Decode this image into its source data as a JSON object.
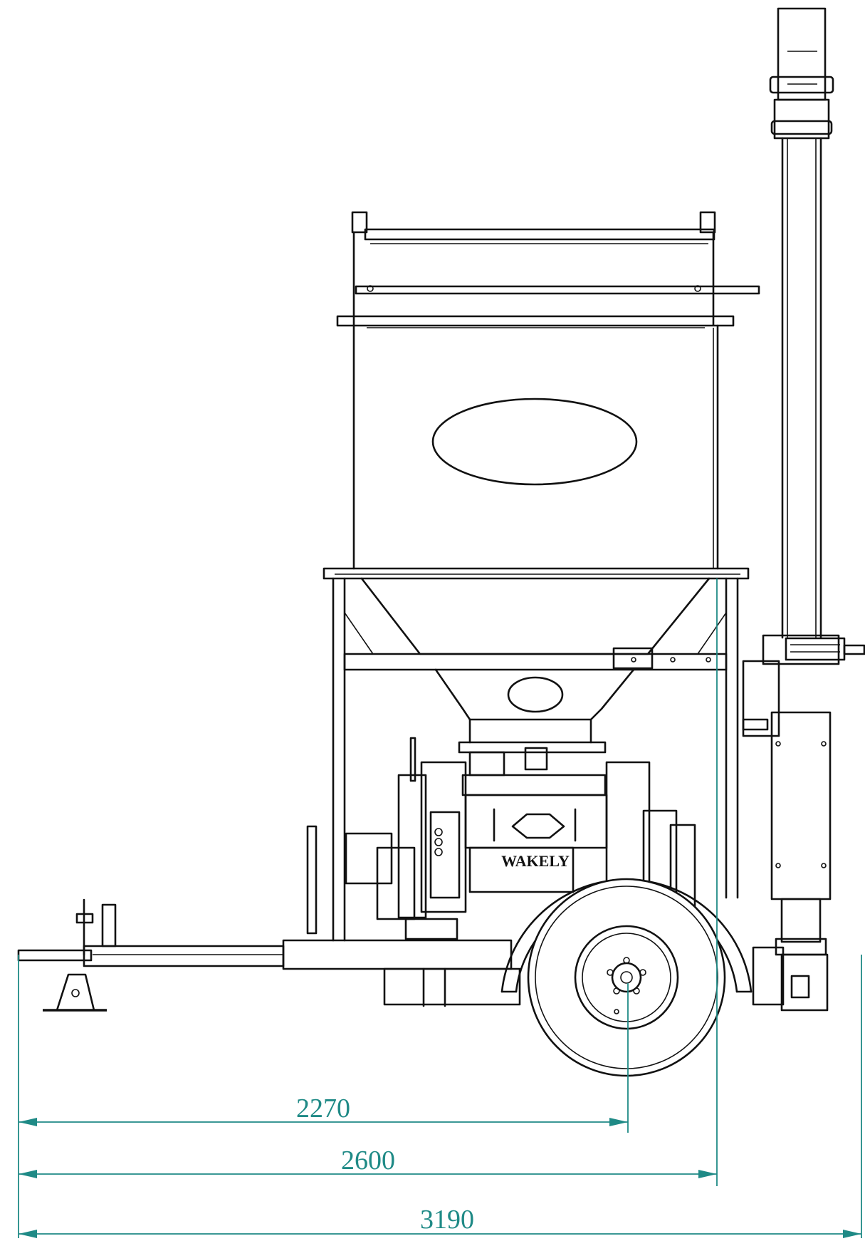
{
  "drawing": {
    "brand_label": "WAKELY",
    "dimension_color": "#1f8a86",
    "line_color": "#111111",
    "dimensions": [
      {
        "id": "hitch-to-axle",
        "value": "2270"
      },
      {
        "id": "hitch-to-hopper-leg",
        "value": "2600"
      },
      {
        "id": "overall-length",
        "value": "3190"
      }
    ]
  }
}
